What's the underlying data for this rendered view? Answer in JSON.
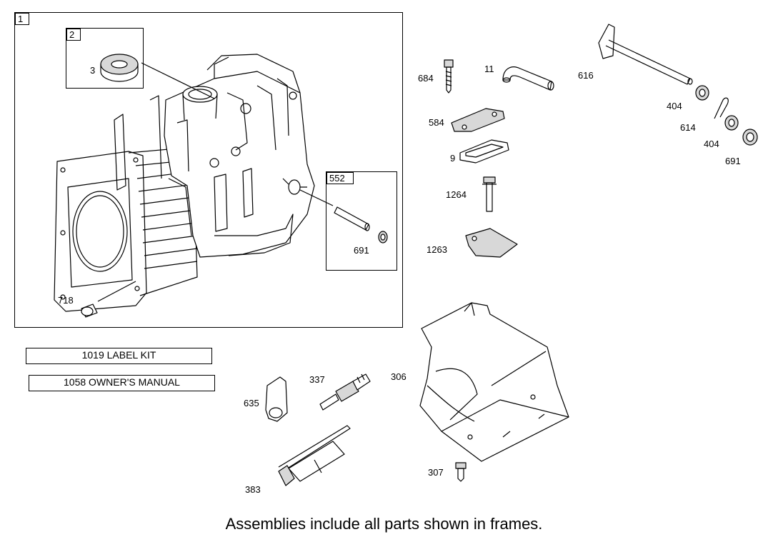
{
  "frames": [
    {
      "id": "1",
      "label": "1"
    },
    {
      "id": "2",
      "label": "2"
    },
    {
      "id": "552",
      "label": "552"
    }
  ],
  "callouts": {
    "c3": "3",
    "c691a": "691",
    "c718": "718",
    "c684": "684",
    "c11": "11",
    "c616": "616",
    "c404a": "404",
    "c614": "614",
    "c404b": "404",
    "c691b": "691",
    "c584": "584",
    "c9": "9",
    "c1264": "1264",
    "c1263": "1263",
    "c337": "337",
    "c306": "306",
    "c635": "635",
    "c383": "383",
    "c307": "307"
  },
  "kits": [
    {
      "label": "1019 LABEL KIT"
    },
    {
      "label": "1058 OWNER'S MANUAL"
    }
  ],
  "footnote": "Assemblies include all parts shown in frames.",
  "colors": {
    "line": "#000000",
    "background": "#ffffff",
    "shade": "#d8d8d8"
  }
}
